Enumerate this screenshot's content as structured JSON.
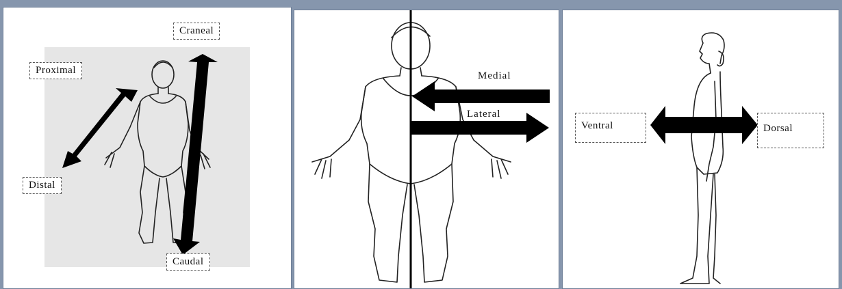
{
  "panels": [
    {
      "labels": {
        "craneal": "Craneal",
        "proximal": "Proximal",
        "distal": "Distal",
        "caudal": "Caudal"
      }
    },
    {
      "labels": {
        "medial": "Medial",
        "lateral": "Lateral"
      }
    },
    {
      "labels": {
        "ventral": "Ventral",
        "dorsal": "Dorsal"
      }
    }
  ]
}
